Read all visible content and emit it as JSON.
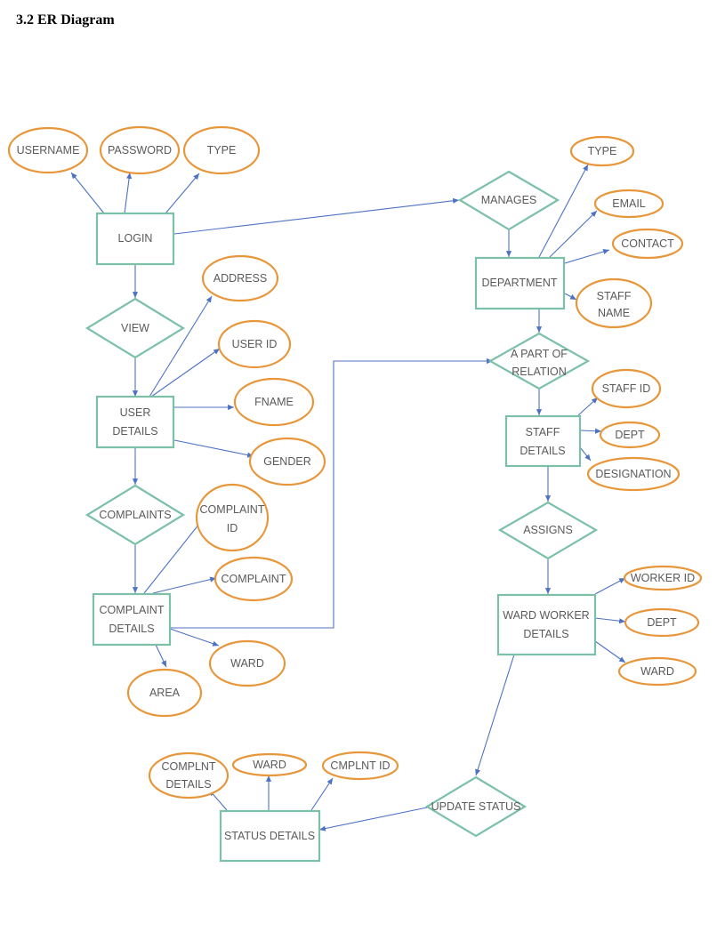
{
  "heading": "3.2 ER Diagram",
  "labels": {
    "username": "USERNAME",
    "password": "PASSWORD",
    "type_login": "TYPE",
    "login": "LOGIN",
    "manages": "MANAGES",
    "type_dept": "TYPE",
    "email": "EMAIL",
    "contact": "CONTACT",
    "department": "DEPARTMENT",
    "staff_name": [
      "STAFF",
      "NAME"
    ],
    "address": "ADDRESS",
    "view": "VIEW",
    "user_id": "USER ID",
    "user_details": [
      "USER",
      "DETAILS"
    ],
    "fname": "FNAME",
    "gender": "GENDER",
    "a_part_of_relation": [
      "A PART OF",
      "RELATION"
    ],
    "staff_id": "STAFF ID",
    "staff_details": [
      "STAFF",
      "DETAILS"
    ],
    "dept_staff": "DEPT",
    "designation": "DESIGNATION",
    "complaints": "COMPLAINTS",
    "complaint_id": [
      "COMPLAINT",
      "ID"
    ],
    "complaint": "COMPLAINT",
    "complaint_details": [
      "COMPLAINT",
      "DETAILS"
    ],
    "ward_complaint": "WARD",
    "area": "AREA",
    "assigns": "ASSIGNS",
    "worker_id": "WORKER ID",
    "ward_worker_details": [
      "WARD WORKER",
      "DETAILS"
    ],
    "dept_worker": "DEPT",
    "ward_worker": "WARD",
    "complnt_details": [
      "COMPLNT",
      "DETAILS"
    ],
    "ward_status": "WARD",
    "cmplnt_id": "CMPLNT ID",
    "status_details": "STATUS DETAILS",
    "update_status": "UPDATE STATUS"
  }
}
